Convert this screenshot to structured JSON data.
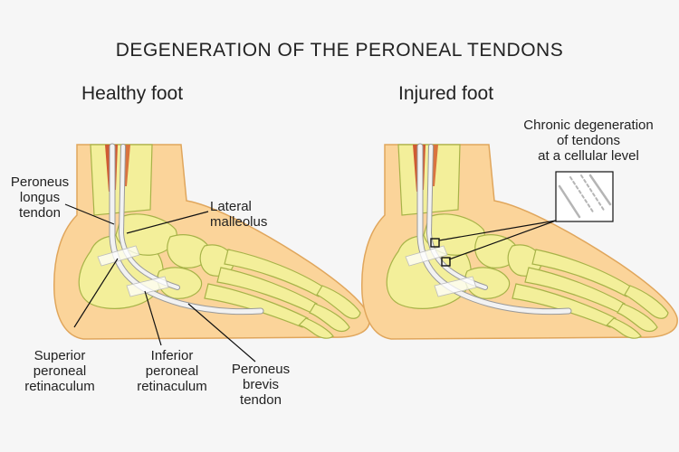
{
  "title": "DEGENERATION OF THE PERONEAL TENDONS",
  "panels": {
    "healthy": {
      "title": "Healthy foot",
      "labels": {
        "peroneus_longus": [
          "Peroneus",
          "longus",
          "tendon"
        ],
        "lateral_malleolus": [
          "Lateral",
          "malleolus"
        ],
        "superior_retinaculum": [
          "Superior",
          "peroneal",
          "retinaculum"
        ],
        "inferior_retinaculum": [
          "Inferior",
          "peroneal",
          "retinaculum"
        ],
        "peroneus_brevis": [
          "Peroneus",
          "brevis",
          "tendon"
        ]
      }
    },
    "injured": {
      "title": "Injured foot",
      "labels": {
        "chronic_degeneration": [
          "Chronic degeneration",
          "of tendons",
          "at a cellular level"
        ]
      }
    }
  },
  "colors": {
    "background": "#f6f6f6",
    "skin": "#fbd49a",
    "skin_outline": "#e0a65c",
    "bone": "#f3ef9a",
    "bone_outline": "#a7b348",
    "muscle": "#cf5a32",
    "tendon": "#f2f2f2",
    "tendon_outline": "#9a9a9a",
    "line": "#111111"
  }
}
